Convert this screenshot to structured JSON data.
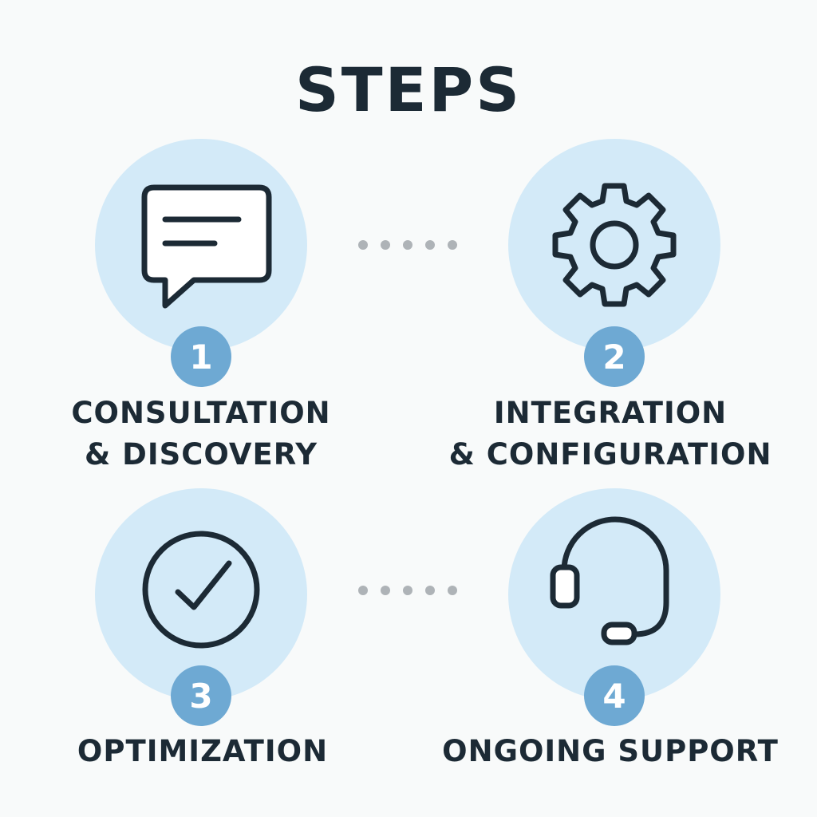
{
  "title": "STEPS",
  "colors": {
    "circle": "#d3eaf8",
    "badge": "#6ea9d3",
    "text": "#1c2a35",
    "dots": "#aeb3b7"
  },
  "steps": [
    {
      "number": "1",
      "line1": "CONSULTATION",
      "line2": "& DISCOVERY",
      "icon": "chat-bubble-icon"
    },
    {
      "number": "2",
      "line1": "INTEGRATION",
      "line2": "& CONFIGURATION",
      "icon": "gear-icon"
    },
    {
      "number": "3",
      "line1": "OPTIMIZATION",
      "icon": "check-circle-icon"
    },
    {
      "number": "4",
      "line1": "ONGOING SUPPORT",
      "icon": "headset-icon"
    }
  ]
}
